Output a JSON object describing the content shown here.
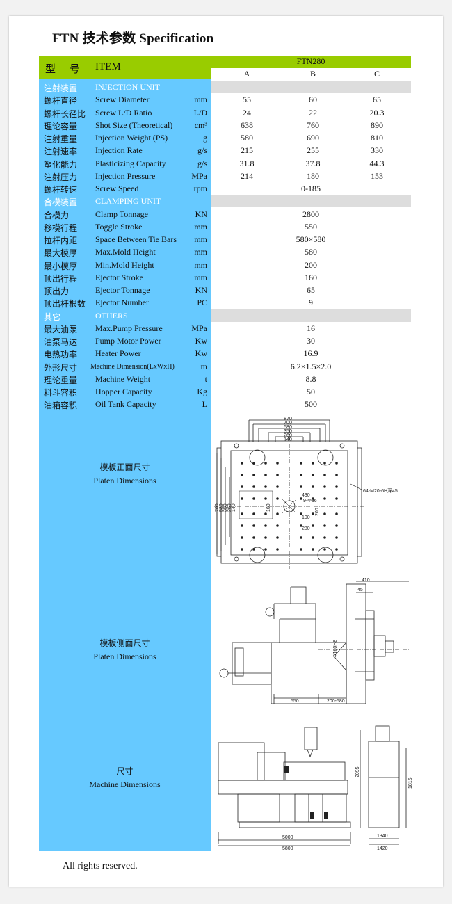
{
  "title": "FTN 技术参数 Specification",
  "header": {
    "label_cn": "型 号",
    "label_en": "ITEM",
    "model": "FTN280",
    "columns": [
      "A",
      "B",
      "C"
    ]
  },
  "sections": [
    {
      "cn": "注射装置",
      "en": "INJECTION UNIT",
      "rows": [
        {
          "cn": "螺杆直径",
          "en": "Screw Diameter",
          "unit": "mm",
          "a": "55",
          "b": "60",
          "c": "65"
        },
        {
          "cn": "螺杆长径比",
          "en": "Screw L/D Ratio",
          "unit": "L/D",
          "a": "24",
          "b": "22",
          "c": "20.3"
        },
        {
          "cn": "理论容量",
          "en": "Shot Size (Theoretical)",
          "unit": "cm³",
          "a": "638",
          "b": "760",
          "c": "890"
        },
        {
          "cn": "注射重量",
          "en": "Injection Weight (PS)",
          "unit": "g",
          "a": "580",
          "b": "690",
          "c": "810"
        },
        {
          "cn": "注射速率",
          "en": "Injection Rate",
          "unit": "g/s",
          "a": "215",
          "b": "255",
          "c": "330"
        },
        {
          "cn": "塑化能力",
          "en": "Plasticizing Capacity",
          "unit": "g/s",
          "a": "31.8",
          "b": "37.8",
          "c": "44.3"
        },
        {
          "cn": "注射压力",
          "en": "Injection Pressure",
          "unit": "MPa",
          "a": "214",
          "b": "180",
          "c": "153"
        },
        {
          "cn": "螺杆转速",
          "en": "Screw Speed",
          "unit": "rpm",
          "span": "0-185"
        }
      ]
    },
    {
      "cn": "合模装置",
      "en": "CLAMPING UNIT",
      "rows": [
        {
          "cn": "合模力",
          "en": "Clamp Tonnage",
          "unit": "KN",
          "span": "2800"
        },
        {
          "cn": "移模行程",
          "en": "Toggle Stroke",
          "unit": "mm",
          "span": "550"
        },
        {
          "cn": "拉杆内距",
          "en": "Space Between Tie Bars",
          "unit": "mm",
          "span": "580×580"
        },
        {
          "cn": "最大模厚",
          "en": "Max.Mold Height",
          "unit": "mm",
          "span": "580"
        },
        {
          "cn": "最小模厚",
          "en": "Min.Mold Height",
          "unit": "mm",
          "span": "200"
        },
        {
          "cn": "顶出行程",
          "en": "Ejector Stroke",
          "unit": "mm",
          "span": "160"
        },
        {
          "cn": "顶出力",
          "en": "Ejector Tonnage",
          "unit": "KN",
          "span": "65"
        },
        {
          "cn": "顶出杆根数",
          "en": "Ejector Number",
          "unit": "PC",
          "span": "9"
        }
      ]
    },
    {
      "cn": "其它",
      "en": "OTHERS",
      "rows": [
        {
          "cn": "最大油泵",
          "en": "Max.Pump Pressure",
          "unit": "MPa",
          "span": "16"
        },
        {
          "cn": "油泵马达",
          "en": "Pump Motor Power",
          "unit": "Kw",
          "span": "30"
        },
        {
          "cn": "电热功率",
          "en": "Heater Power",
          "unit": "Kw",
          "span": "16.9"
        },
        {
          "cn": "外形尺寸",
          "en": "Machine Dimension(LxWxH)",
          "unit": "m",
          "span": "6.2×1.5×2.0",
          "small": true
        },
        {
          "cn": "理论重量",
          "en": "Machine Weight",
          "unit": "t",
          "span": "8.8"
        },
        {
          "cn": "料斗容积",
          "en": "Hopper Capacity",
          "unit": "Kg",
          "span": "50"
        },
        {
          "cn": "油箱容积",
          "en": "Oil Tank Capacity",
          "unit": "L",
          "span": "500"
        }
      ]
    }
  ],
  "drawings": {
    "front": {
      "label_cn": "模板正面尺寸",
      "label_en": "Platen Dimensions",
      "dims_top": [
        "870",
        "700",
        "580",
        "350",
        "260",
        "140"
      ],
      "dims_left": [
        "870",
        "700",
        "580",
        "350",
        "260",
        "140"
      ],
      "dim_center_v": "100",
      "dim_center_h": "100",
      "hole_note": "9-Φ36",
      "thread_note": "64-M20-6H深45",
      "dims_inner": [
        "200",
        "280",
        "430"
      ]
    },
    "side": {
      "label_cn": "模板侧面尺寸",
      "label_en": "Platen Dimensions",
      "dim_top": "410",
      "dim_small": "45",
      "dim_dia": "Φ160H8",
      "dim_stroke": "550",
      "dim_range": "200-580"
    },
    "machine": {
      "label_cn": "尺寸",
      "label_en": "Machine Dimensions",
      "dim_height": "2095",
      "dim_height2": "1815",
      "dim_len1": "5000",
      "dim_len2": "5800",
      "dim_w1": "1340",
      "dim_w2": "1420"
    }
  },
  "footer": "All rights reserved."
}
